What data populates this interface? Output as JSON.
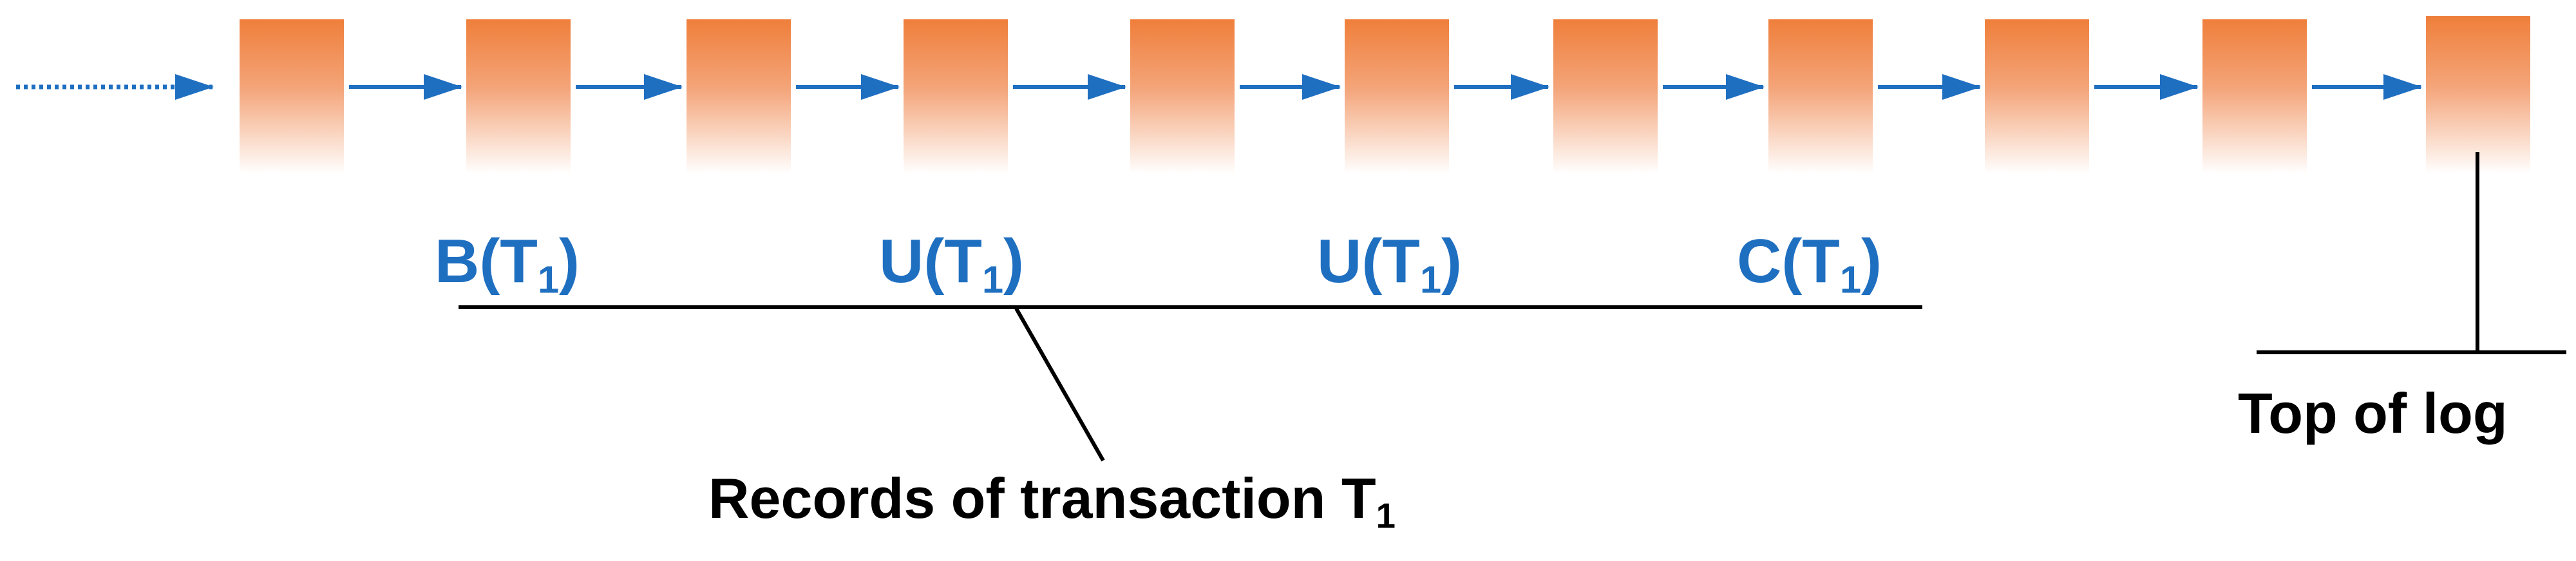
{
  "colors": {
    "block_top": "#ef7f3b",
    "block_bottom": "#ffffff",
    "arrow": "#1f6fc1",
    "record_text": "#1f6fc1",
    "line": "#000000"
  },
  "log": {
    "block_count": 11,
    "arrow_count": 10
  },
  "records": [
    {
      "prefix": "B(T",
      "sub": "1",
      "suffix": ")"
    },
    {
      "prefix": "U(T",
      "sub": "1",
      "suffix": ")"
    },
    {
      "prefix": "U(T",
      "sub": "1",
      "suffix": ")"
    },
    {
      "prefix": "C(T",
      "sub": "1",
      "suffix": ")"
    }
  ],
  "captions": {
    "top_of_log": "Top of log",
    "records_caption": {
      "text": "Records of transaction T",
      "sub": "1"
    }
  }
}
